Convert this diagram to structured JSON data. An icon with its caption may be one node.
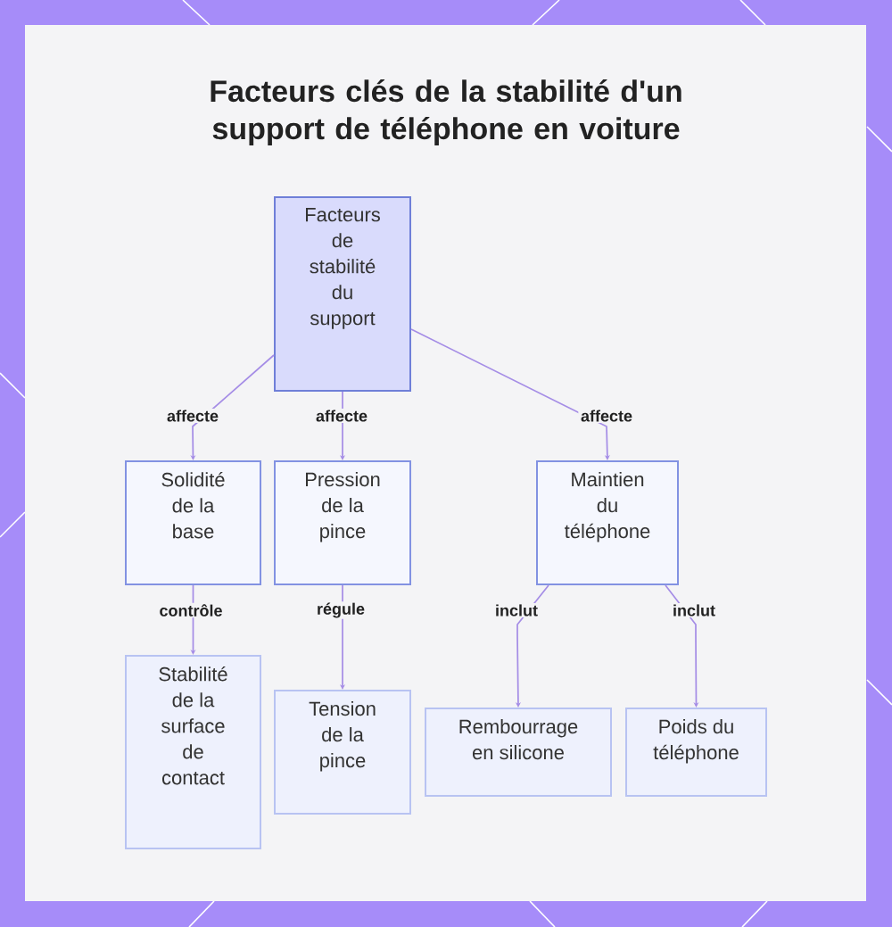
{
  "diagram": {
    "title": "Facteurs clés de la stabilité d'un support de téléphone en voiture",
    "nodes": [
      {
        "text": [
          "Facteurs de stabilité du support"
        ]
      },
      {
        "text": [
          "Solidité de la base"
        ]
      },
      {
        "text": [
          "Pression de la pince"
        ]
      },
      {
        "text": [
          "Maintien du téléphone"
        ]
      },
      {
        "text": [
          "Stabilité de la surface de contact"
        ]
      },
      {
        "text": [
          "Tension de la pince"
        ]
      },
      {
        "text": [
          "Rembourrage en silicone"
        ]
      },
      {
        "text": [
          "Poids du téléphone"
        ]
      }
    ],
    "edges": [
      {
        "from": 0,
        "to": 1,
        "arrow": "to",
        "label": "affecte"
      },
      {
        "from": 0,
        "to": 2,
        "arrow": "to",
        "label": "affecte"
      },
      {
        "from": 0,
        "to": 3,
        "arrow": "to",
        "label": "affecte"
      },
      {
        "from": 1,
        "to": 4,
        "arrow": "to",
        "label": "contrôle"
      },
      {
        "from": 2,
        "to": 5,
        "arrow": "to",
        "label": "régule"
      },
      {
        "from": 3,
        "to": 6,
        "arrow": "to",
        "label": "inclut"
      },
      {
        "from": 3,
        "to": 7,
        "arrow": "to",
        "label": "inclut"
      }
    ]
  }
}
